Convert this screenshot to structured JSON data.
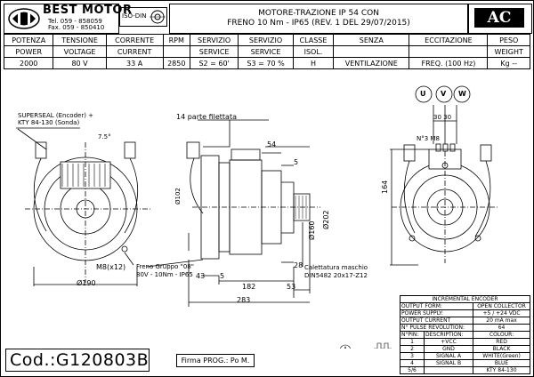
{
  "header": {
    "brand": "BEST MOTOR",
    "tel": "Tel. 059 - 858059",
    "fax": "Fax. 059 - 850410",
    "iso_label": "ISO-DIN",
    "title_line1": "MOTORE-TRAZIONE IP 54 CON",
    "title_line2": "FRENO 10 Nm - IP65 (REV. 1 DEL 29/07/2015)",
    "ac_logo": "AC"
  },
  "specs": {
    "headers": [
      [
        "POTENZA",
        "POWER"
      ],
      [
        "TENSIONE",
        "VOLTAGE"
      ],
      [
        "CORRENTE",
        "CURRENT"
      ],
      [
        "RPM",
        ""
      ],
      [
        "SERVIZIO",
        "SERVICE"
      ],
      [
        "SERVIZIO",
        "SERVICE"
      ],
      [
        "CLASSE",
        "ISOL."
      ],
      [
        "SENZA",
        ""
      ],
      [
        "ECCITAZIONE",
        ""
      ],
      [
        "PESO",
        "WEIGHT"
      ]
    ],
    "values": [
      "2000",
      "80 V",
      "33 A",
      "2850",
      "S2 =   60'",
      "S3 = 70 %",
      "H",
      "VENTILAZIONE",
      "FREQ. (100 Hz)",
      "Kg --"
    ]
  },
  "drawing": {
    "superseal_l1": "SUPERSEAL (Encoder) +",
    "superseal_l2": "KTY 84-130 (Sonda)",
    "angle": "7.5°",
    "thread_note": "14 parte filettata",
    "dim_54": "54",
    "dim_5_top": "5",
    "dim_102": "Ø102",
    "dim_160": "Ø160",
    "dim_202": "Ø202",
    "dim_164": "164",
    "dim_m8": "M8(x12)",
    "dim_190": "Ø190",
    "brake_l1": "Freno Gruppo \"08\"",
    "brake_l2": "80V - 10Nm - IP65",
    "dim_43": "43",
    "dim_5_bot": "5",
    "dim_28": "28",
    "shaft_l1": "Calettatura maschio",
    "shaft_l2": "DIN5482 20x17-Z12",
    "dim_182": "182",
    "dim_53": "53",
    "dim_283": "283",
    "phase_u": "U",
    "phase_v": "V",
    "phase_w": "W",
    "dim_3030": "30 30",
    "dim_n3m8": "N°3 M8"
  },
  "encoder": {
    "title": "INCREMENTAL ENCODER",
    "rows": [
      [
        "OUTPUT FORM:",
        "OPEN COLLECTOR"
      ],
      [
        "POWER SUPPLY:",
        "+5 / +24 VDC"
      ],
      [
        "OUTPUT CURRENT",
        "20 mA  max"
      ],
      [
        "N° PULSE REVOLUTION:",
        "64"
      ]
    ],
    "pin_headers": [
      "N°PIN:",
      "DESCRIPTION:",
      "COLOUR:"
    ],
    "pins": [
      [
        "1",
        "+VCC",
        "RED"
      ],
      [
        "2",
        "GND",
        "BLACK"
      ],
      [
        "3",
        "SIGNAL A",
        "WHITE(Green)"
      ],
      [
        "4",
        "SIGNAL B",
        "BLUE"
      ],
      [
        "5/6",
        "",
        "KTY 84-130"
      ]
    ]
  },
  "footer": {
    "code": "Cod.:G120803B",
    "firma": "Firma PROG.: Po M."
  }
}
